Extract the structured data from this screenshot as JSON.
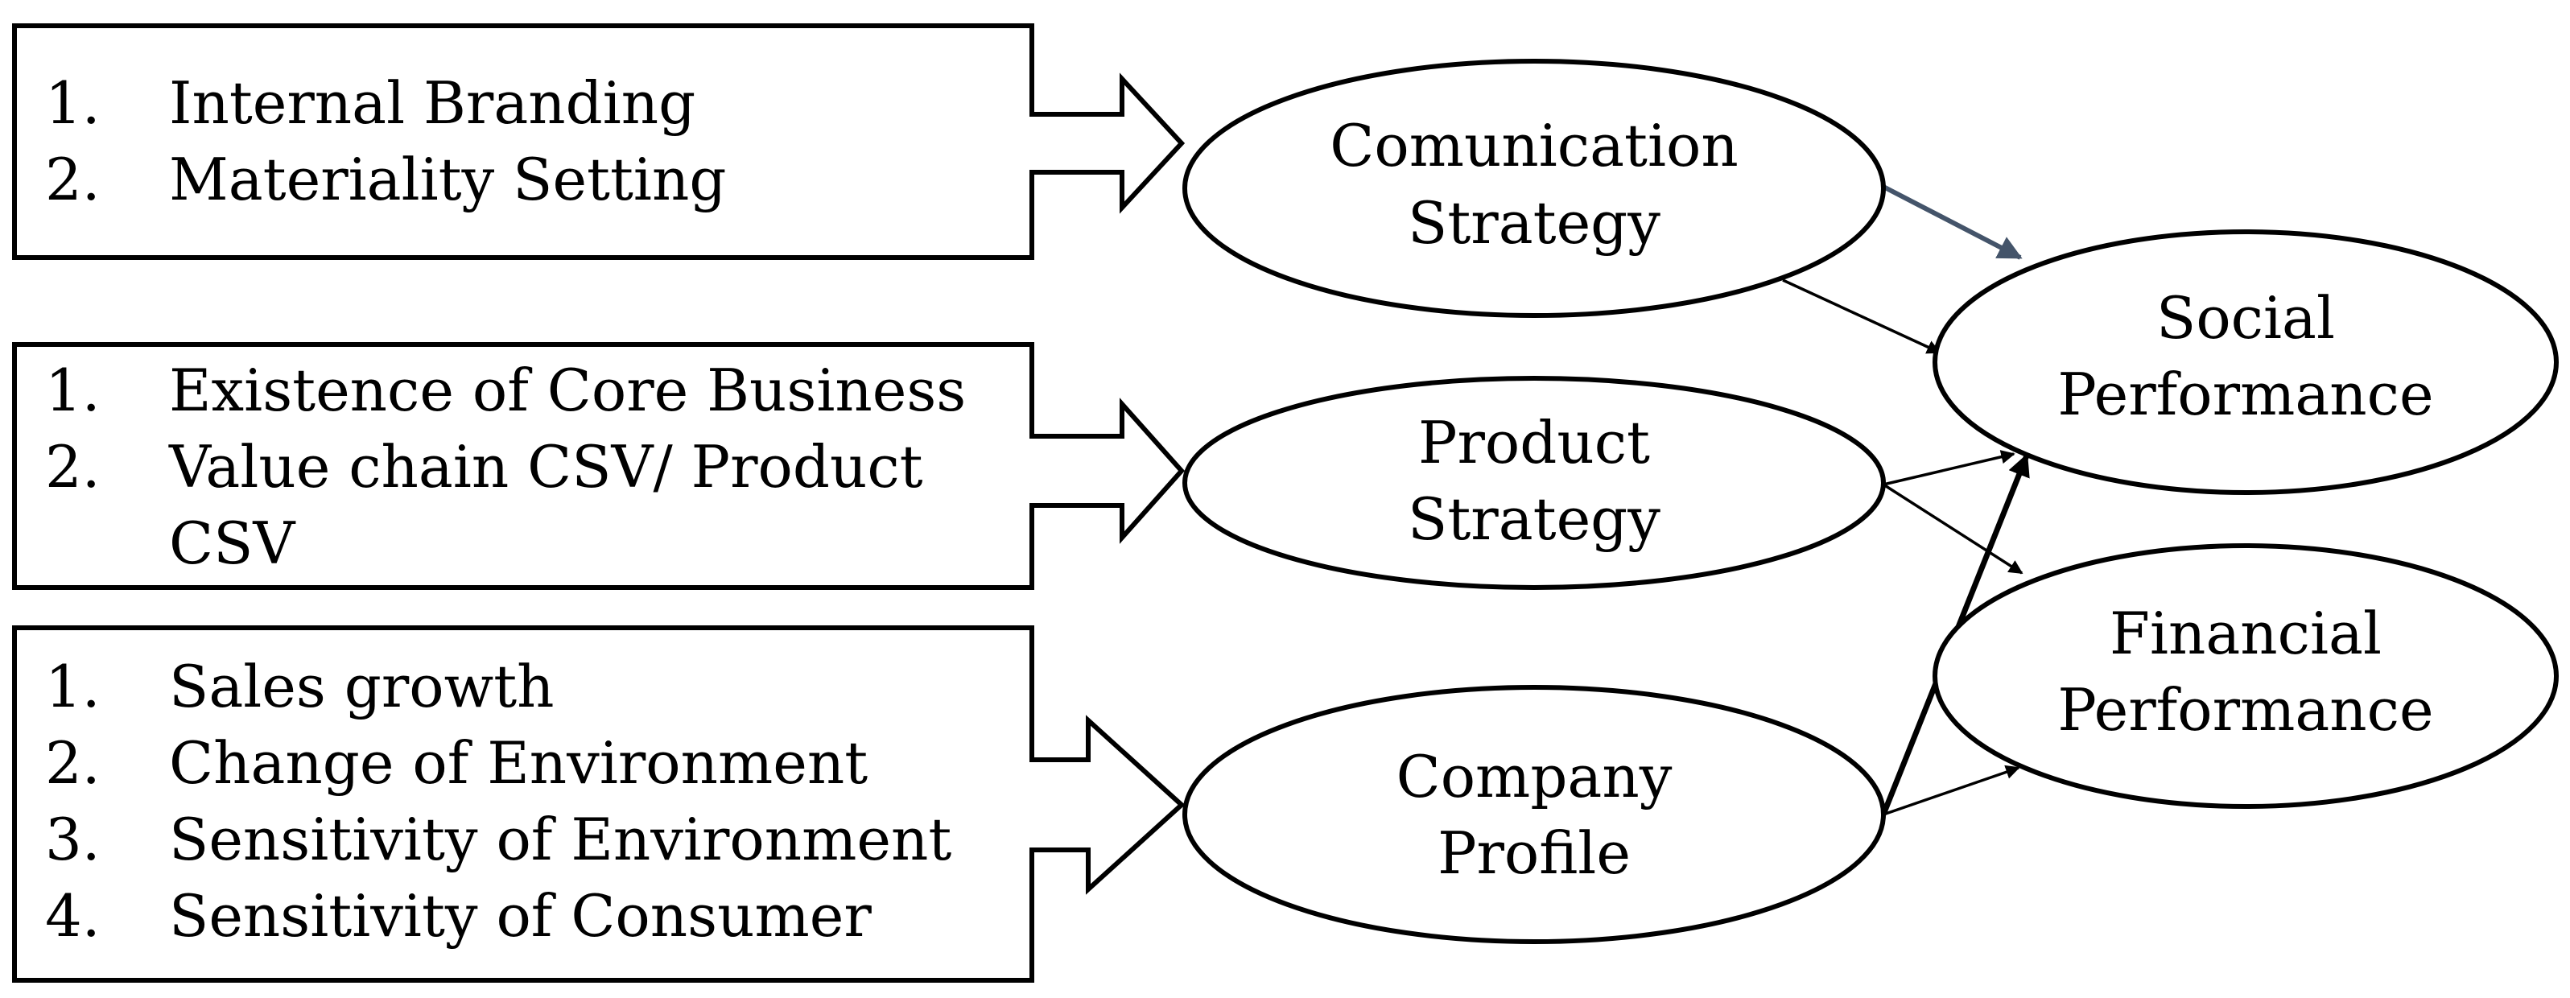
{
  "boxes": {
    "communication_box": {
      "items": [
        {
          "num": "1.",
          "text": "Internal Branding"
        },
        {
          "num": "2.",
          "text": "Materiality Setting"
        }
      ]
    },
    "product_box": {
      "items": [
        {
          "num": "1.",
          "text": "Existence of Core Business"
        },
        {
          "num": "2.",
          "text": "Value chain CSV/ Product"
        },
        {
          "num": "",
          "text": "CSV"
        }
      ]
    },
    "company_box": {
      "items": [
        {
          "num": "1.",
          "text": "Sales growth"
        },
        {
          "num": "2.",
          "text": "Change of Environment"
        },
        {
          "num": "3.",
          "text": "Sensitivity of Environment"
        },
        {
          "num": "4.",
          "text": "Sensitivity of Consumer"
        }
      ]
    }
  },
  "nodes": {
    "communication": {
      "line1": "Comunication",
      "line2": "Strategy"
    },
    "product": {
      "line1": "Product",
      "line2": "Strategy"
    },
    "company": {
      "line1": "Company",
      "line2": "Profile"
    },
    "social": {
      "line1": "Social",
      "line2": "Performance"
    },
    "financial": {
      "line1": "Financial",
      "line2": "Performance"
    }
  },
  "colors": {
    "stroke": "#000000",
    "highlight_arrow": "#44546a"
  }
}
